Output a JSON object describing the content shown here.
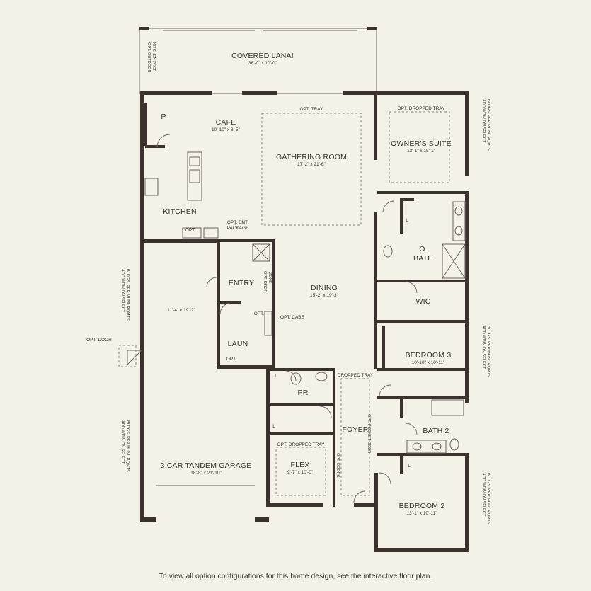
{
  "rooms": {
    "lanai": {
      "name": "COVERED LANAI",
      "dims": "36'-0\" x 10'-0\""
    },
    "cafe": {
      "name": "CAFE",
      "dims": "10'-10\" x 8'-5\""
    },
    "gathering": {
      "name": "GATHERING ROOM",
      "dims": "17'-2\" x 21'-6\""
    },
    "owners": {
      "name": "OWNER'S SUITE",
      "dims": "13'-1\" x 15'-1\""
    },
    "kitchen": {
      "name": "KITCHEN"
    },
    "obath": {
      "name1": "O.",
      "name2": "BATH"
    },
    "wic": {
      "name": "WIC"
    },
    "entry": {
      "name": "ENTRY"
    },
    "dining": {
      "name": "DINING",
      "dims": "15'-2\" x 19'-3\""
    },
    "garage": {
      "name": "3 CAR TANDEM GARAGE",
      "dims": "18'-8\" x 21'-10\"",
      "extra": "11'-4\" x 19'-2\""
    },
    "laun": {
      "name": "LAUN"
    },
    "bedroom3": {
      "name": "BEDROOM 3",
      "dims": "10'-10\" x 10'-11\""
    },
    "pr": {
      "name": "PR"
    },
    "foyer": {
      "name": "FOYER"
    },
    "bath2": {
      "name": "BATH 2"
    },
    "flex": {
      "name": "FLEX",
      "dims": "9'-7\" x 10'-0\""
    },
    "bedroom2": {
      "name": "BEDROOM 2",
      "dims": "13'-1\" x 10'-11\""
    }
  },
  "labels": {
    "pantry": "P",
    "linen": "L",
    "opt_outdoor_1": "OPT. OUTDOOR",
    "opt_outdoor_2": "KITCHEN PREP",
    "opt_tray": "OPT. TRAY",
    "opt_dropped_tray": "OPT. DROPPED TRAY",
    "opt_dropped_tray_flex": "OPT. DROPPED TRAY",
    "dropped_tray": "DROPPED TRAY",
    "opt": "OPT.",
    "opt_ent_package_1": "OPT. ENT.",
    "opt_ent_package_2": "PACKAGE",
    "opt_drop_zone_1": "OPT. DROP",
    "opt_drop_zone_2": "ZONE",
    "opt_cabs": "OPT. CABS",
    "opt_door": "OPT. DOOR",
    "opt_pocket_door": "OPT. POCKET DOOR",
    "opt_doors": "OPT. DOORS"
  },
  "notes": {
    "line1": "ADD WDW ON SELECT",
    "line2": "BLDGS. PER MUNI. RQMTS."
  },
  "footer": "To view all option configurations for this home design, see the interactive floor plan.",
  "colors": {
    "wall": "#3b322d",
    "background": "#f4f1e7"
  }
}
